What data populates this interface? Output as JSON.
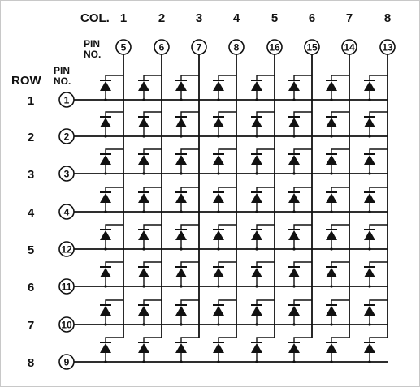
{
  "header": {
    "col_label": "COL.",
    "pin_no_line1": "PIN",
    "pin_no_line2": "NO.",
    "row_label": "ROW",
    "row_pin_line1": "PIN",
    "row_pin_line2": "NO."
  },
  "columns": [
    {
      "col": "1",
      "pin": "5"
    },
    {
      "col": "2",
      "pin": "6"
    },
    {
      "col": "3",
      "pin": "7"
    },
    {
      "col": "4",
      "pin": "8"
    },
    {
      "col": "5",
      "pin": "16"
    },
    {
      "col": "6",
      "pin": "15"
    },
    {
      "col": "7",
      "pin": "14"
    },
    {
      "col": "8",
      "pin": "13"
    }
  ],
  "rows": [
    {
      "row": "1",
      "pin": "1"
    },
    {
      "row": "2",
      "pin": "2"
    },
    {
      "row": "3",
      "pin": "3"
    },
    {
      "row": "4",
      "pin": "4"
    },
    {
      "row": "5",
      "pin": "12"
    },
    {
      "row": "6",
      "pin": "11"
    },
    {
      "row": "7",
      "pin": "10"
    },
    {
      "row": "8",
      "pin": "9"
    }
  ],
  "colors": {
    "line": "#111111",
    "background": "#ffffff"
  }
}
